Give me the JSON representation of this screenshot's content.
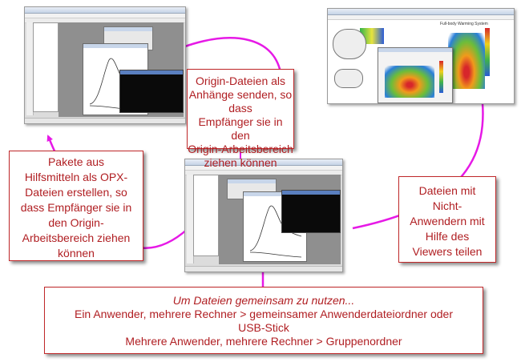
{
  "boxes": {
    "email": {
      "lines": [
        "Origin-Dateien als",
        "Anhänge senden, so dass",
        "Empfänger sie in den",
        "Origin-Arbeitsbereich",
        "ziehen können"
      ]
    },
    "package": {
      "lines": [
        "Pakete aus",
        "Hilfsmitteln als OPX-",
        "Dateien erstellen, so",
        "dass Empfänger sie in",
        "den Origin-",
        "Arbeitsbereich ziehen",
        "können"
      ]
    },
    "viewer": {
      "lines": [
        "Dateien mit",
        "Nicht-",
        "Anwendern mit",
        "Hilfe des",
        "Viewers teilen"
      ]
    },
    "sharing": {
      "heading": "Um Dateien gemeinsam zu nutzen...",
      "lines": [
        "Ein Anwender, mehrere Rechner > gemeinsamer Anwenderdateiordner oder",
        "USB-Stick",
        "Mehrere Anwender, mehrere Rechner > Gruppenordner"
      ]
    }
  },
  "viewer_window": {
    "title": "Full-body Warming System"
  },
  "colors": {
    "arrow": "#e619e6",
    "box_border": "#c0282a",
    "box_text": "#b01e22"
  }
}
